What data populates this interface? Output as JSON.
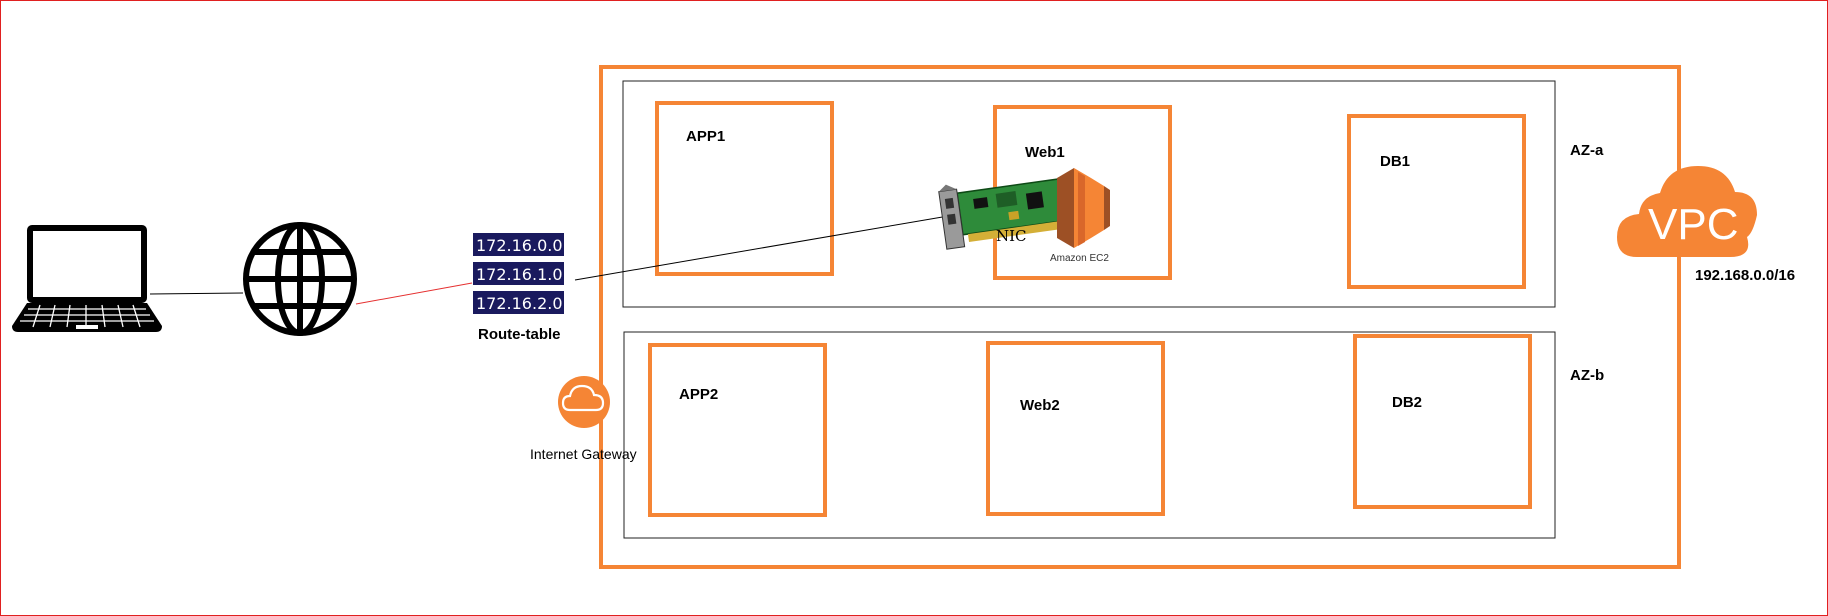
{
  "route_table": {
    "entries": [
      "172.16.0.0",
      "172.16.1.0",
      "172.16.2.0"
    ],
    "label": "Route-table"
  },
  "gateway": {
    "label": "Internet Gateway"
  },
  "vpc": {
    "label": "VPC",
    "cidr": "192.168.0.0/16"
  },
  "zones": {
    "a": "AZ-a",
    "b": "AZ-b"
  },
  "instances": {
    "app1": "APP1",
    "web1": "Web1",
    "db1": "DB1",
    "app2": "APP2",
    "web2": "Web2",
    "db2": "DB2"
  },
  "nic": {
    "label": "NIC"
  },
  "ec2": {
    "label": "Amazon EC2"
  },
  "colors": {
    "aws_orange": "#F58535",
    "frame_red": "#E02020",
    "route_bg": "#1A1A5E",
    "line_red": "#E53030"
  }
}
